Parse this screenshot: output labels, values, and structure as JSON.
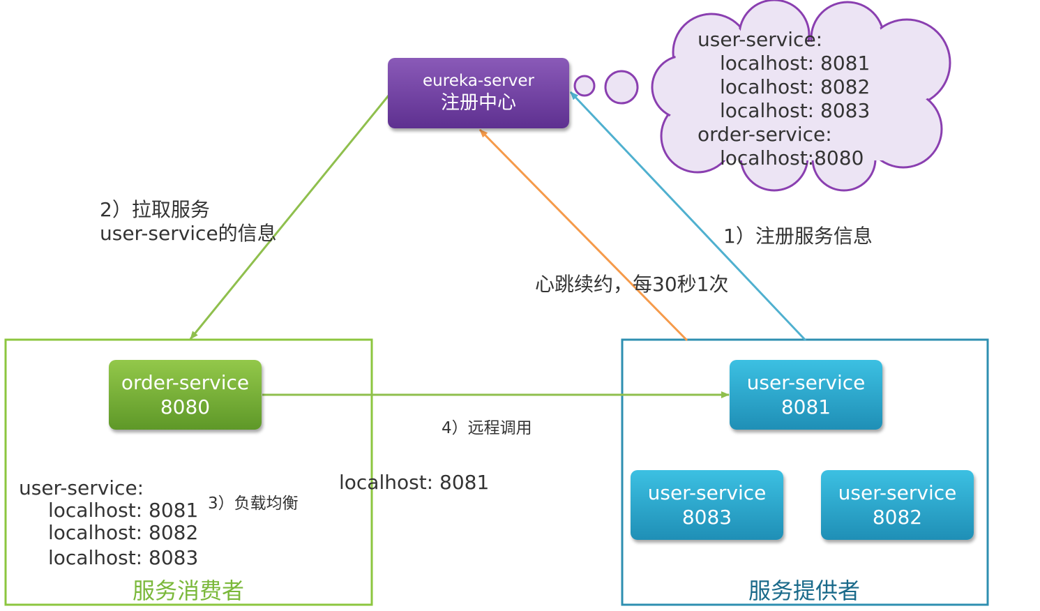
{
  "eureka": {
    "line1": "eureka-server",
    "line2": "注册中心"
  },
  "cloud": {
    "lines": [
      {
        "text": "user-service:",
        "indent": false
      },
      {
        "text": "localhost: 8081",
        "indent": true
      },
      {
        "text": "localhost: 8082",
        "indent": true
      },
      {
        "text": "localhost: 8083",
        "indent": true
      },
      {
        "text": "order-service:",
        "indent": false
      },
      {
        "text": "localhost:8080",
        "indent": true
      }
    ]
  },
  "arrows": {
    "pull": {
      "line1": "2）拉取服务",
      "line2": "user-service的信息"
    },
    "register": "1）注册服务信息",
    "heartbeat": "心跳续约，每30秒1次",
    "remote_call": "4）远程调用",
    "load_balance": "3）负载均衡",
    "selected": "localhost: 8081"
  },
  "consumer": {
    "title": "服务消费者",
    "service": {
      "name": "order-service",
      "port": "8080"
    },
    "registry_list": {
      "header": "user-service:",
      "items": [
        "localhost: 8081",
        "localhost: 8082",
        "localhost: 8083"
      ]
    }
  },
  "provider": {
    "title": "服务提供者",
    "instances": [
      {
        "name": "user-service",
        "port": "8081"
      },
      {
        "name": "user-service",
        "port": "8083"
      },
      {
        "name": "user-service",
        "port": "8082"
      }
    ]
  },
  "colors": {
    "eureka": "#6a3d9a",
    "consumer": "#8cc63f",
    "consumer_title": "#7ab83a",
    "provider": "#2e8fb0",
    "provider_title": "#1a6a8a",
    "pull_arrow": "#8fbf4d",
    "register_arrow": "#4fb0cf",
    "heartbeat_arrow": "#f59a4a",
    "remote_arrow": "#8fbf4d"
  }
}
